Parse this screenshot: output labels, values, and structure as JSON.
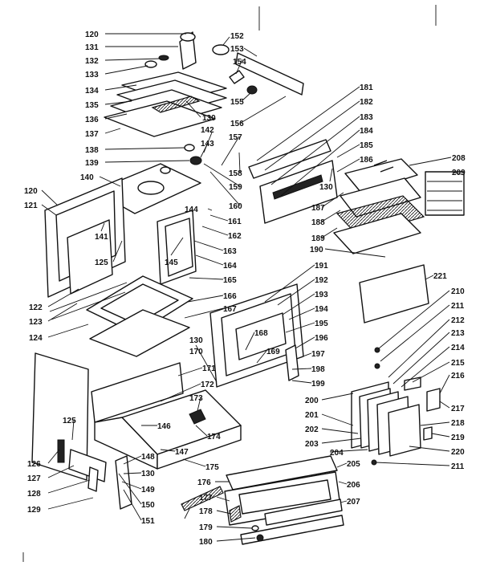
{
  "callouts": [
    {
      "id": "c120a",
      "text": "120"
    },
    {
      "id": "c131",
      "text": "131"
    },
    {
      "id": "c132",
      "text": "132"
    },
    {
      "id": "c133",
      "text": "133"
    },
    {
      "id": "c134",
      "text": "134"
    },
    {
      "id": "c135",
      "text": "135"
    },
    {
      "id": "c136",
      "text": "136"
    },
    {
      "id": "c137",
      "text": "137"
    },
    {
      "id": "c138",
      "text": "138"
    },
    {
      "id": "c139",
      "text": "139"
    },
    {
      "id": "c140",
      "text": "140"
    },
    {
      "id": "c120b",
      "text": "120"
    },
    {
      "id": "c121",
      "text": "121"
    },
    {
      "id": "c141",
      "text": "141"
    },
    {
      "id": "c125a",
      "text": "125"
    },
    {
      "id": "c122",
      "text": "122"
    },
    {
      "id": "c123",
      "text": "123"
    },
    {
      "id": "c124",
      "text": "124"
    },
    {
      "id": "c152",
      "text": "152"
    },
    {
      "id": "c153",
      "text": "153"
    },
    {
      "id": "c154",
      "text": "154"
    },
    {
      "id": "c155",
      "text": "155"
    },
    {
      "id": "c130a",
      "text": "130"
    },
    {
      "id": "c156",
      "text": "156"
    },
    {
      "id": "c142",
      "text": "142"
    },
    {
      "id": "c143",
      "text": "143"
    },
    {
      "id": "c157",
      "text": "157"
    },
    {
      "id": "c158",
      "text": "158"
    },
    {
      "id": "c159",
      "text": "159"
    },
    {
      "id": "c160",
      "text": "160"
    },
    {
      "id": "c144",
      "text": "144"
    },
    {
      "id": "c161",
      "text": "161"
    },
    {
      "id": "c162",
      "text": "162"
    },
    {
      "id": "c145",
      "text": "145"
    },
    {
      "id": "c163",
      "text": "163"
    },
    {
      "id": "c164",
      "text": "164"
    },
    {
      "id": "c165",
      "text": "165"
    },
    {
      "id": "c166",
      "text": "166"
    },
    {
      "id": "c167",
      "text": "167"
    },
    {
      "id": "c181",
      "text": "181"
    },
    {
      "id": "c182",
      "text": "182"
    },
    {
      "id": "c183",
      "text": "183"
    },
    {
      "id": "c184",
      "text": "184"
    },
    {
      "id": "c185",
      "text": "185"
    },
    {
      "id": "c186",
      "text": "186"
    },
    {
      "id": "c130b",
      "text": "130"
    },
    {
      "id": "c187",
      "text": "187"
    },
    {
      "id": "c188",
      "text": "188"
    },
    {
      "id": "c189",
      "text": "189"
    },
    {
      "id": "c190",
      "text": "190"
    },
    {
      "id": "c208",
      "text": "208"
    },
    {
      "id": "c209",
      "text": "209"
    },
    {
      "id": "c221",
      "text": "221"
    },
    {
      "id": "c191",
      "text": "191"
    },
    {
      "id": "c192",
      "text": "192"
    },
    {
      "id": "c193",
      "text": "193"
    },
    {
      "id": "c194",
      "text": "194"
    },
    {
      "id": "c195",
      "text": "195"
    },
    {
      "id": "c168",
      "text": "168"
    },
    {
      "id": "c196",
      "text": "196"
    },
    {
      "id": "c169",
      "text": "169"
    },
    {
      "id": "c197",
      "text": "197"
    },
    {
      "id": "c198",
      "text": "198"
    },
    {
      "id": "c199",
      "text": "199"
    },
    {
      "id": "c130c",
      "text": "130"
    },
    {
      "id": "c170",
      "text": "170"
    },
    {
      "id": "c171",
      "text": "171"
    },
    {
      "id": "c172",
      "text": "172"
    },
    {
      "id": "c173",
      "text": "173"
    },
    {
      "id": "c146",
      "text": "146"
    },
    {
      "id": "c174",
      "text": "174"
    },
    {
      "id": "c147",
      "text": "147"
    },
    {
      "id": "c175",
      "text": "175"
    },
    {
      "id": "c125b",
      "text": "125"
    },
    {
      "id": "c126",
      "text": "126"
    },
    {
      "id": "c127",
      "text": "127"
    },
    {
      "id": "c128",
      "text": "128"
    },
    {
      "id": "c129",
      "text": "129"
    },
    {
      "id": "c148",
      "text": "148"
    },
    {
      "id": "c130d",
      "text": "130"
    },
    {
      "id": "c149",
      "text": "149"
    },
    {
      "id": "c150",
      "text": "150"
    },
    {
      "id": "c151",
      "text": "151"
    },
    {
      "id": "c176",
      "text": "176"
    },
    {
      "id": "c177",
      "text": "177"
    },
    {
      "id": "c178",
      "text": "178"
    },
    {
      "id": "c179",
      "text": "179"
    },
    {
      "id": "c180",
      "text": "180"
    },
    {
      "id": "c205",
      "text": "205"
    },
    {
      "id": "c206",
      "text": "206"
    },
    {
      "id": "c207",
      "text": "207"
    },
    {
      "id": "c210",
      "text": "210"
    },
    {
      "id": "c211a",
      "text": "211"
    },
    {
      "id": "c212",
      "text": "212"
    },
    {
      "id": "c213",
      "text": "213"
    },
    {
      "id": "c214",
      "text": "214"
    },
    {
      "id": "c215",
      "text": "215"
    },
    {
      "id": "c216",
      "text": "216"
    },
    {
      "id": "c200",
      "text": "200"
    },
    {
      "id": "c201",
      "text": "201"
    },
    {
      "id": "c202",
      "text": "202"
    },
    {
      "id": "c203",
      "text": "203"
    },
    {
      "id": "c204",
      "text": "204"
    },
    {
      "id": "c217",
      "text": "217"
    },
    {
      "id": "c218",
      "text": "218"
    },
    {
      "id": "c219",
      "text": "219"
    },
    {
      "id": "c220",
      "text": "220"
    },
    {
      "id": "c211b",
      "text": "211"
    }
  ]
}
